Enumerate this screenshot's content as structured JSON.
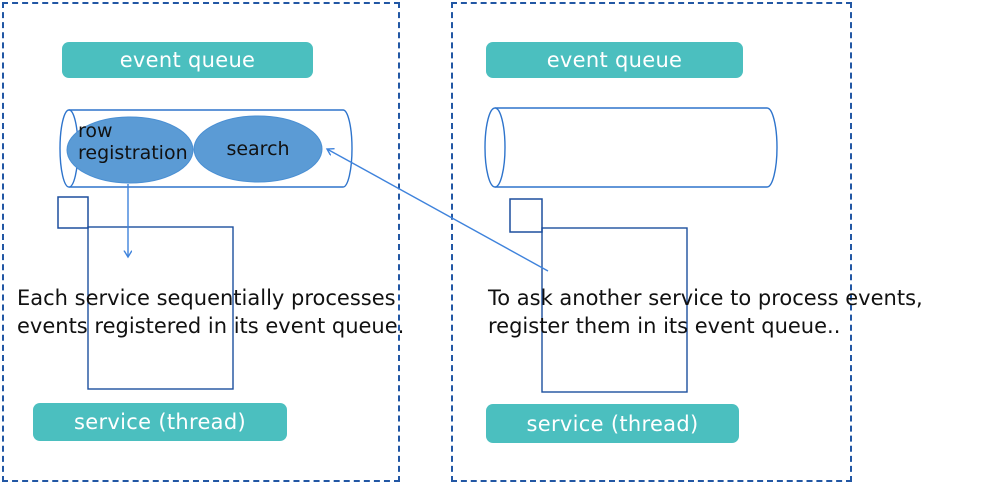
{
  "diagram": {
    "left_panel": {
      "queue_label": "event queue",
      "queue_items": {
        "item1_line1": "row",
        "item1_line2": "registration",
        "item2": "search"
      },
      "caption_line1": "Each service sequentially processes",
      "caption_line2": "events registered in its event queue.",
      "service_label": "service (thread)"
    },
    "right_panel": {
      "queue_label": "event queue",
      "caption_line1": "To ask another service to process events,",
      "caption_line2": "register them in its event queue..",
      "service_label": "service (thread)"
    },
    "colors": {
      "teal_label_bg": "#4bbfbf",
      "label_text": "#ffffff",
      "event_ellipse_fill": "#5b9bd5",
      "cylinder_stroke": "#2e74cc",
      "arrow_stroke": "#3f83dc",
      "rect_stroke": "#1d4f9e",
      "panel_border_dashed": "#2257a4",
      "caption_text": "#111111",
      "background": "#ffffff"
    }
  }
}
